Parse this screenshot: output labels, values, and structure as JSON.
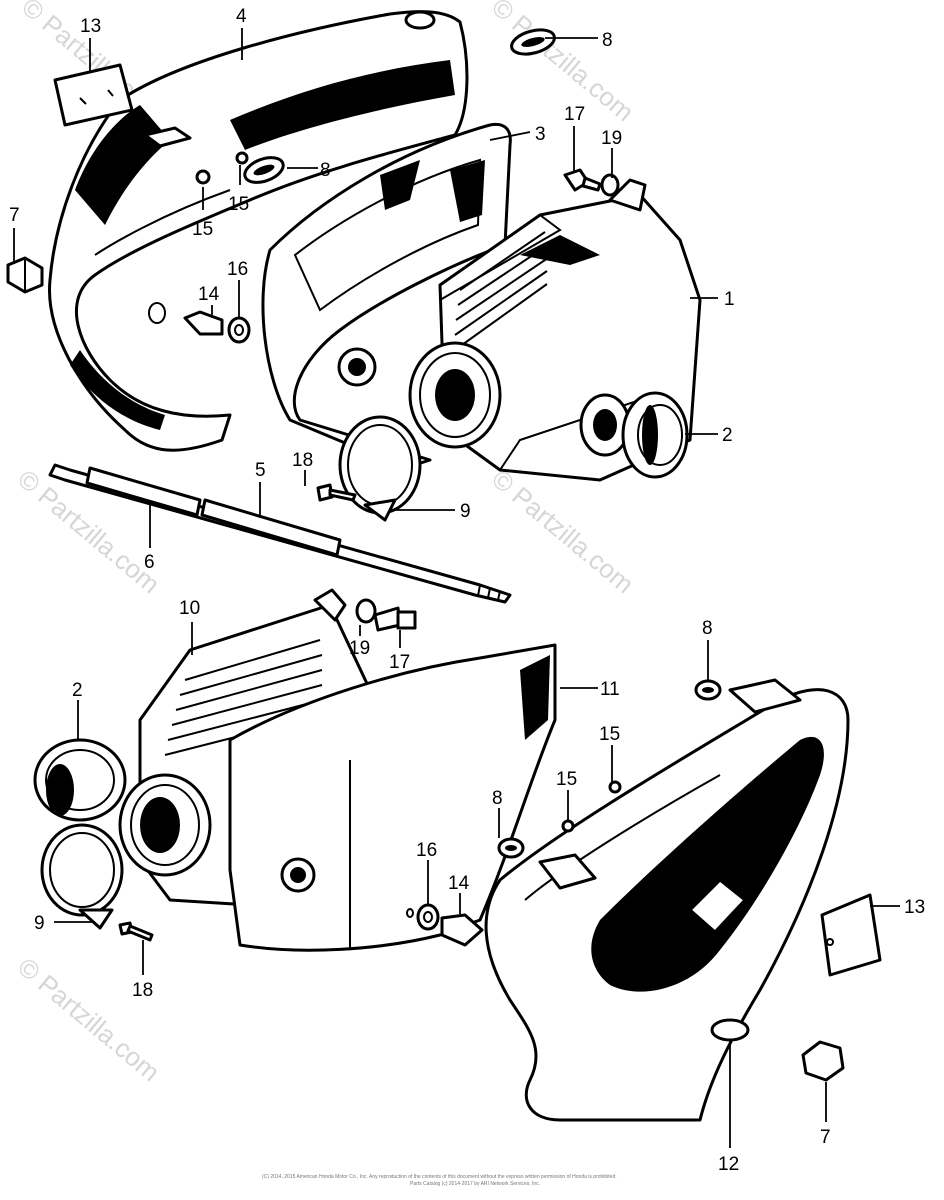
{
  "diagram": {
    "watermark": "© Partzilla.com",
    "footer_line1": "(C) 2014, 2015 American Honda Motor Co., Inc. Any reproduction of the contents of this document without the express written permission of Honda is prohibited.",
    "footer_line2": "Parts Catalog (c) 2014-2017 by ARI Network Services, Inc."
  },
  "callouts": {
    "c1": "1",
    "c2a": "2",
    "c2b": "2",
    "c3": "3",
    "c4": "4",
    "c5": "5",
    "c6": "6",
    "c7a": "7",
    "c7b": "7",
    "c8a": "8",
    "c8b": "8",
    "c8c": "8",
    "c8d": "8",
    "c9a": "9",
    "c9b": "9",
    "c10": "10",
    "c11": "11",
    "c12": "12",
    "c13a": "13",
    "c13b": "13",
    "c14a": "14",
    "c14b": "14",
    "c15a": "15",
    "c15b": "15",
    "c15c": "15",
    "c15d": "15",
    "c16a": "16",
    "c16b": "16",
    "c17a": "17",
    "c17b": "17",
    "c18a": "18",
    "c18b": "18",
    "c19a": "19",
    "c19b": "19"
  }
}
